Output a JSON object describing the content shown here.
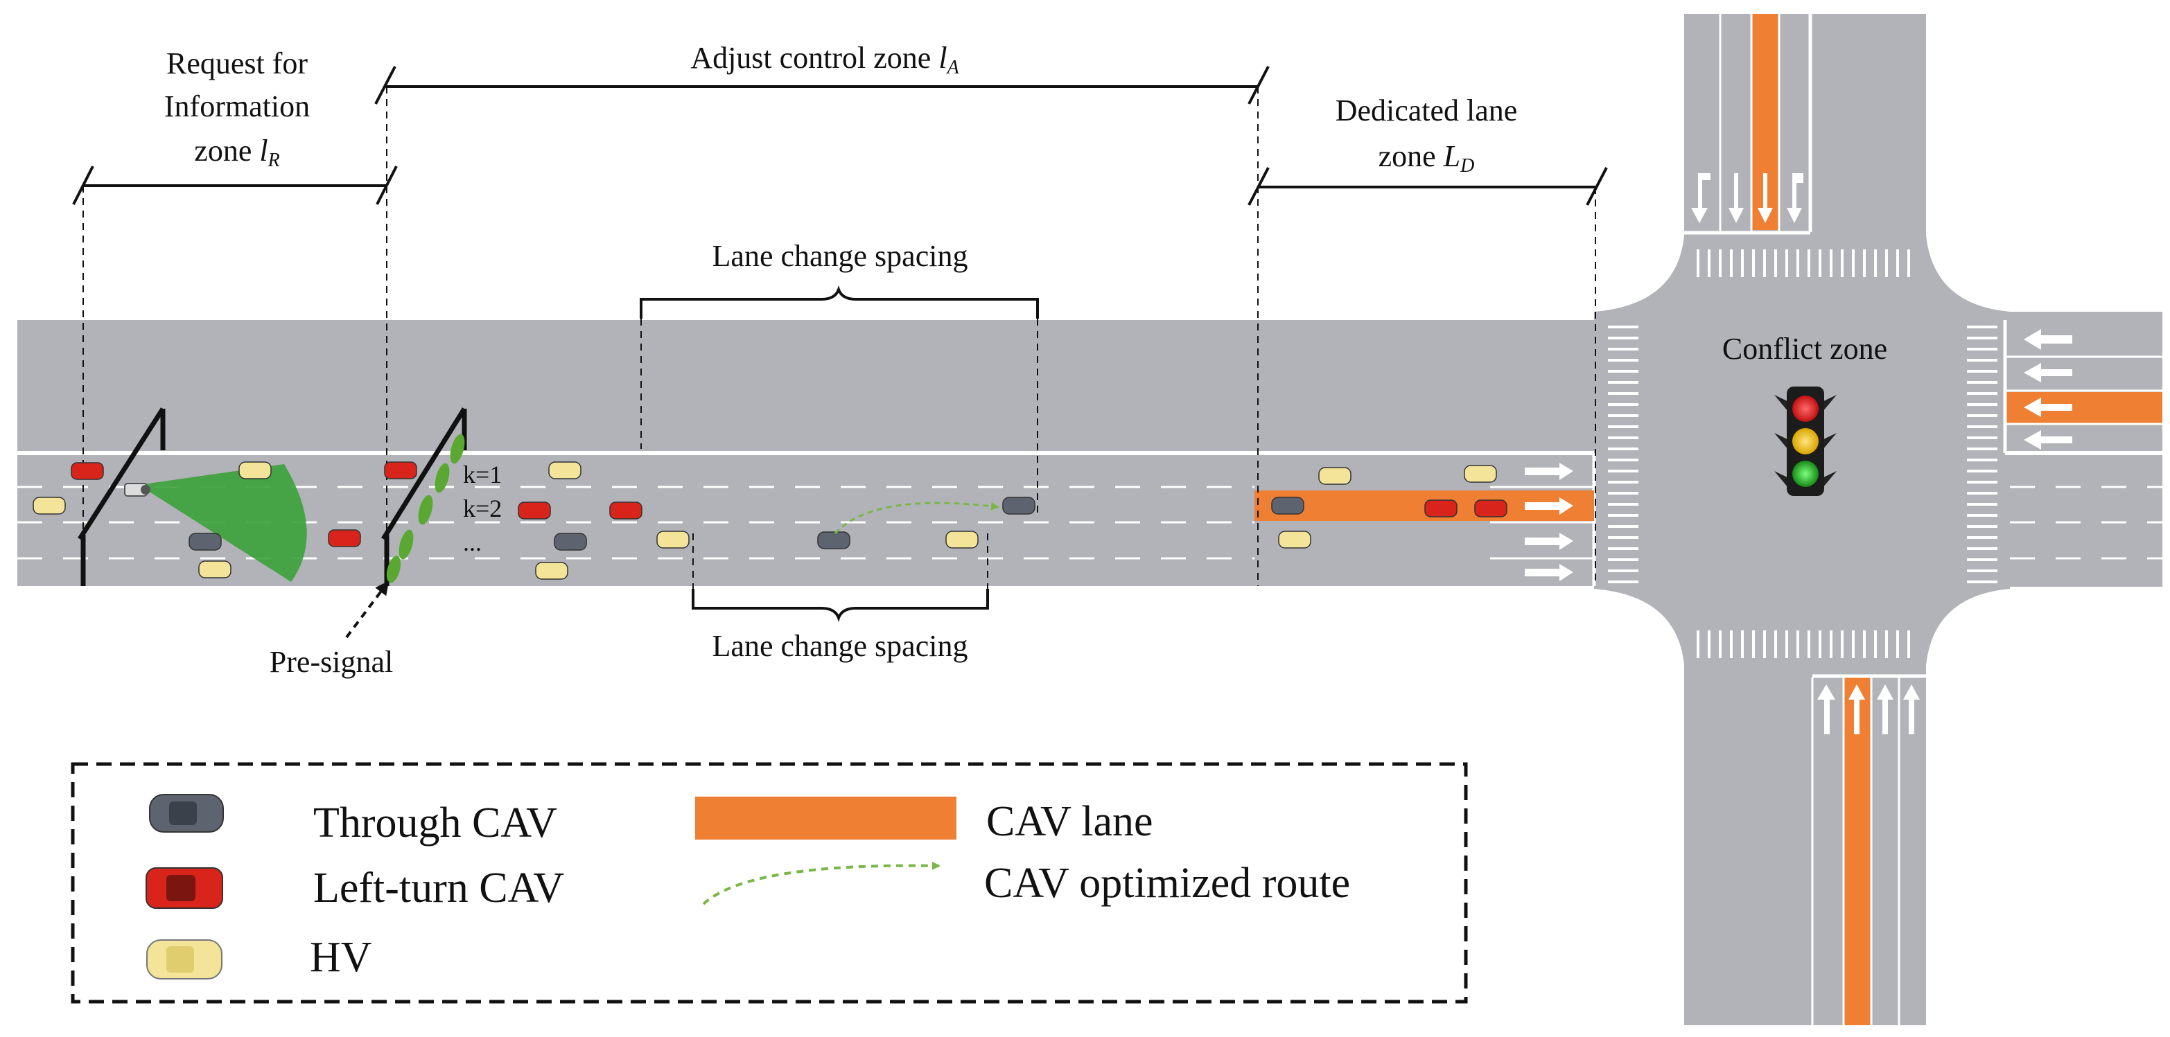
{
  "zones": {
    "request": {
      "line1": "Request for",
      "line2": "Information",
      "line3": "zone",
      "var": "l",
      "sub": "R"
    },
    "adjust": {
      "text": "Adjust control zone",
      "var": "l",
      "sub": "A"
    },
    "dedicated": {
      "line1": "Dedicated lane",
      "line2": "zone",
      "var": "L",
      "sub": "D"
    },
    "conflict": "Conflict zone"
  },
  "annotations": {
    "lane_change_top": "Lane change spacing",
    "lane_change_bottom": "Lane change spacing",
    "pre_signal": "Pre-signal",
    "k1": "k=1",
    "k2": "k=2",
    "k_more": "..."
  },
  "legend": {
    "through_cav": "Through CAV",
    "left_turn_cav": "Left-turn CAV",
    "hv": "HV",
    "cav_lane": "CAV lane",
    "cav_route": "CAV optimized route"
  },
  "colors": {
    "road": "#b2b3b8",
    "cav_lane": "#ef7f33",
    "through_cav": "#5d6470",
    "left_turn_cav": "#d8241b",
    "hv": "#f3e49a",
    "detector": "#3aa13a",
    "route": "#7ab648",
    "light_red": "#e01e1e",
    "light_yellow": "#f1c232",
    "light_green": "#2ca02c"
  },
  "icons": {
    "lane_arrow": "white-lane-arrow-icon",
    "traffic_light": "traffic-light-icon",
    "camera": "camera-icon"
  }
}
